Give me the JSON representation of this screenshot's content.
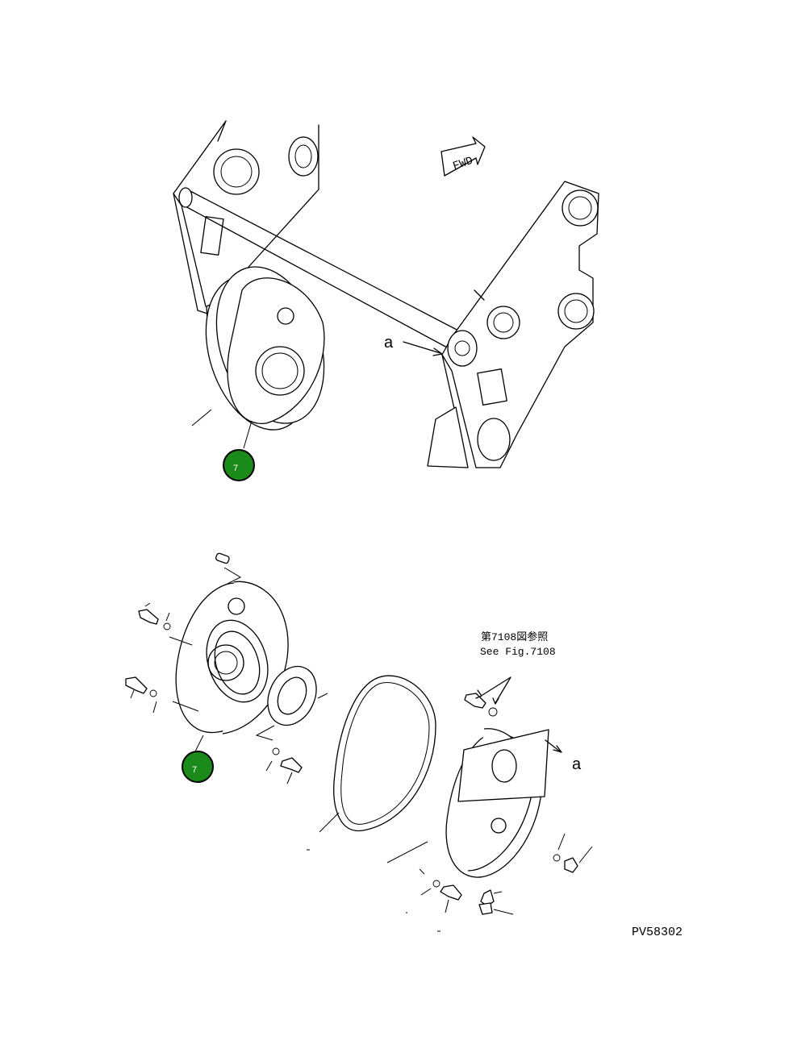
{
  "drawing": {
    "code": "PV58302",
    "forward_label": "FWD",
    "view_ref_top": "a",
    "view_ref_bottom": "a",
    "reference_jp": "第7108図参照",
    "reference_en": "See Fig.7108"
  },
  "callouts": [
    {
      "id": "7"
    },
    {
      "id": "7"
    }
  ],
  "colors": {
    "callout_fill": "#1a8a1a",
    "line": "#000000",
    "background": "#ffffff"
  }
}
